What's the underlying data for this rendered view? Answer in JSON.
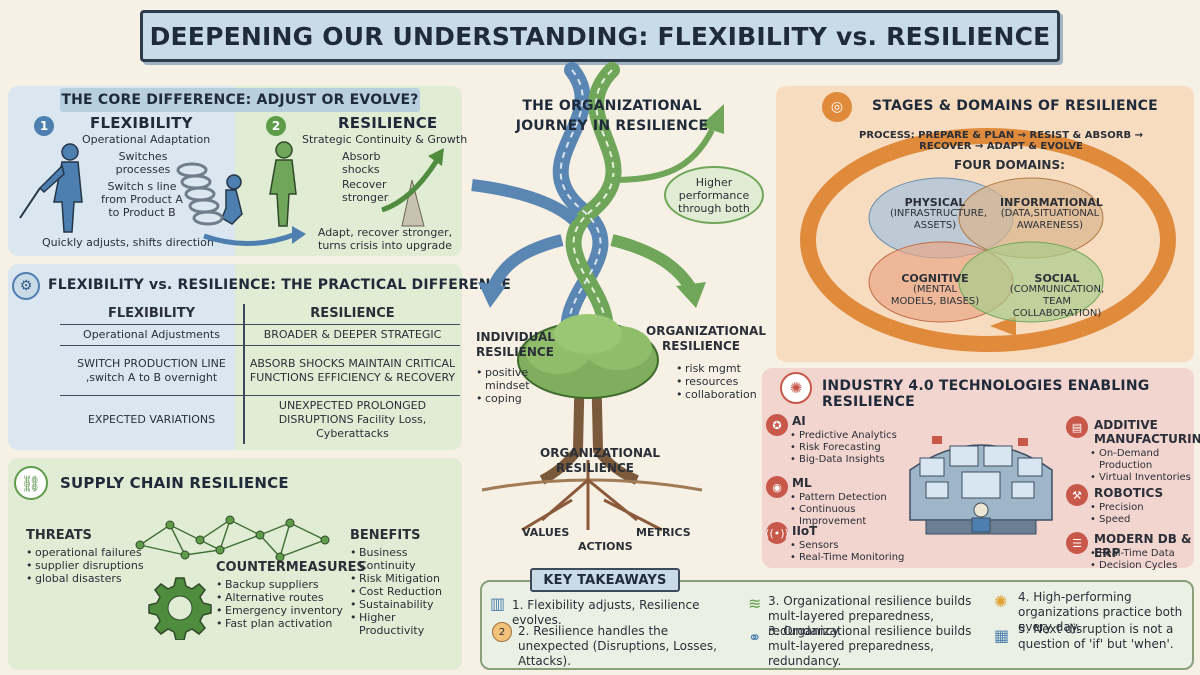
{
  "title": "DEEPENING OUR UNDERSTANDING: FLEXIBILITY vs. RESILIENCE",
  "core": {
    "heading": "THE CORE DIFFERENCE: ADJUST OR EVOLVE?",
    "flex_num": "1",
    "flex_title": "FLEXIBILITY",
    "flex_sub": "Operational Adaptation",
    "flex_text1": "Switches processes",
    "flex_text2": "Switch s line from Product A to Product B",
    "flex_caption": "Quickly adjusts, shifts direction",
    "res_num": "2",
    "res_title": "RESILIENCE",
    "res_sub": "Strategic Continuity & Growth",
    "res_text1": "Absorb shocks",
    "res_text2": "Recover stronger",
    "res_caption": "Adapt, recover stronger, turns crisis into upgrade"
  },
  "practical": {
    "heading": "FLEXIBILITY vs. RESILIENCE: THE PRACTICAL DIFFERENCE",
    "col1": "FLEXIBILITY",
    "col2": "RESILIENCE",
    "rows": [
      {
        "left": "Operational Adjustments",
        "right": "BROADER & DEEPER STRATEGIC"
      },
      {
        "left": "SWITCH PRODUCTION LINE ,switch A to B overnight",
        "right": "ABSORB SHOCKS MAINTAIN CRITICAL FUNCTIONS EFFICIENCY & RECOVERY"
      },
      {
        "left": "EXPECTED VARIATIONS",
        "right": "UNEXPECTED PROLONGED DISRUPTIONS Facility Loss, Cyberattacks"
      }
    ]
  },
  "supply": {
    "heading": "SUPPLY CHAIN RESILIENCE",
    "threats_title": "THREATS",
    "threats": [
      "operational failures",
      "supplier disruptions",
      "global disasters"
    ],
    "counter_title": "COUNTERMEASURES",
    "counter": [
      "Backup suppliers",
      "Alternative routes",
      "Emergency inventory",
      "Fast plan activation"
    ],
    "benefits_title": "BENEFITS",
    "benefits": [
      "Business Continuity",
      "Risk Mitigation",
      "Cost Reduction",
      "Sustainability",
      "Higher Productivity"
    ]
  },
  "journey": {
    "title": "THE ORGANIZATIONAL JOURNEY IN RESILIENCE",
    "bubble": "Higher performance through both",
    "individual_title": "INDIVIDUAL RESILIENCE",
    "individual": [
      "positive mindset",
      "coping"
    ],
    "org_title": "ORGANIZATIONAL RESILIENCE",
    "org": [
      "risk mgmt",
      "resources",
      "collaboration"
    ],
    "tree_label": "ORGANIZATIONAL RESILIENCE",
    "roots": {
      "values": "VALUES",
      "actions": "ACTIONS",
      "metrics": "METRICS"
    }
  },
  "stages": {
    "heading": "STAGES & DOMAINS OF RESILIENCE",
    "process": "PROCESS: PREPARE & PLAN → RESIST & ABSORB → RECOVER → ADAPT & EVOLVE",
    "domains_title": "FOUR DOMAINS:",
    "physical_t": "PHYSICAL",
    "physical_s": "(INFRASTRUCTURE, ASSETS)",
    "info_t": "INFORMATIONAL",
    "info_s": "(DATA,SITUATIONAL AWARENESS)",
    "cog_t": "COGNITIVE",
    "cog_s": "(MENTAL MODELS, BIASES)",
    "social_t": "SOCIAL",
    "social_s": "(COMMUNICATION, TEAM COLLABORATION)"
  },
  "industry": {
    "heading": "INDUSTRY 4.0 TECHNOLOGIES ENABLING RESILIENCE",
    "ai_t": "AI",
    "ai": [
      "Predictive Analytics",
      "Risk Forecasting",
      "Big-Data Insights"
    ],
    "ml_t": "ML",
    "ml": [
      "Pattern Detection",
      "Continuous Improvement"
    ],
    "iiot_t": "IIoT",
    "iiot": [
      "Sensors",
      "Real-Time Monitoring"
    ],
    "am_t": "ADDITIVE MANUFACTURING",
    "am": [
      "On-Demand Production",
      "Virtual Inventories"
    ],
    "rob_t": "ROBOTICS",
    "rob": [
      "Precision",
      "Speed"
    ],
    "db_t": "MODERN DB & ERP",
    "db": [
      "Real-Time Data",
      "Decision Cycles"
    ]
  },
  "takeaways": {
    "heading": "KEY TAKEAWAYS",
    "t1": "1. Flexibility adjusts, Resilience evolves.",
    "t2": "2. Resilience handles the unexpected (Disruptions, Losses, Attacks).",
    "t3a": "3. Organizational resilience builds mult-layered preparedness, redundancy.",
    "t3b": "3. Organizational resilience builds mult-layered preparedness, redundancy.",
    "t4": "4. High-performing organizations practice both every day.",
    "t5": "5. Next disruption is not a question of 'if' but 'when'.",
    "icon_t2": "2"
  },
  "colors": {
    "blue_panel": "#dbe7f0",
    "green_panel": "#e1ecd4",
    "orange_panel": "#f7dcc0",
    "red_panel": "#f3d5cf",
    "title_bar": "#c9dbe6",
    "accent_green": "#5f9c4a",
    "accent_blue": "#4d7fb0",
    "accent_orange": "#e08a3c",
    "accent_red": "#c8584a"
  }
}
